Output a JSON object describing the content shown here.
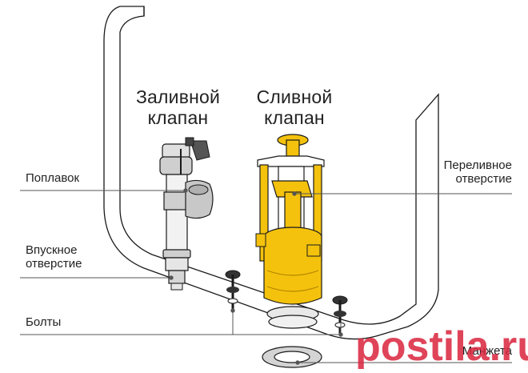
{
  "titles": {
    "fill_valve": [
      "Заливной",
      "клапан"
    ],
    "flush_valve": [
      "Сливной",
      "клапан"
    ]
  },
  "labels": {
    "float": "Поплавок",
    "inlet": [
      "Впускное",
      "отверстие"
    ],
    "bolts": "Болты",
    "overflow": [
      "Переливное",
      "отверстие"
    ],
    "cuff": "Манжета"
  },
  "watermark": "postila.ru",
  "colors": {
    "outline": "#1a1a1a",
    "gray_part": "#cfcfcf",
    "yellow_part": "#f4c20d",
    "yellow_dark": "#d9a400",
    "leader": "#555555",
    "watermark": "#d9233c"
  }
}
